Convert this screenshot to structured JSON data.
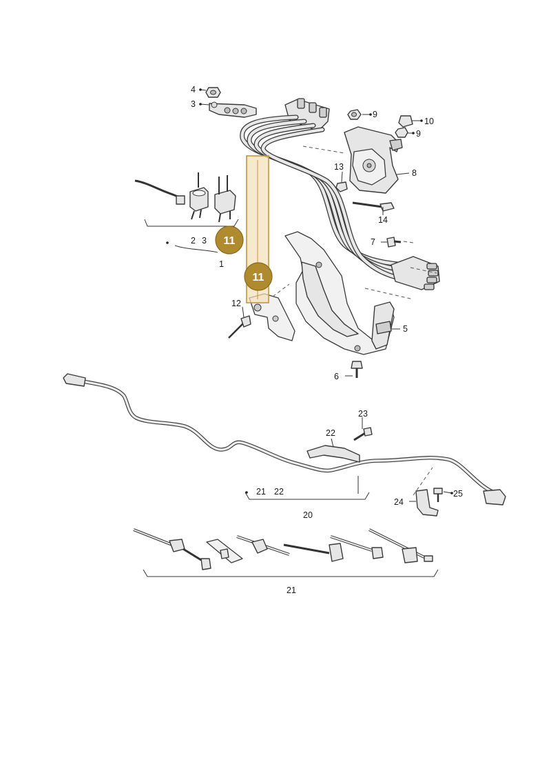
{
  "callouts": {
    "c1": "1",
    "c2": "2",
    "c3": "3",
    "c3b": "3",
    "c4": "4",
    "c5": "5",
    "c6": "6",
    "c7": "7",
    "c8": "8",
    "c9a": "9",
    "c9b": "9",
    "c10": "10",
    "c12": "12",
    "c13": "13",
    "c14": "14",
    "c20": "20",
    "c21a": "21",
    "c21b": "21",
    "c22a": "22",
    "c22b": "22",
    "c23": "23",
    "c24": "24",
    "c25": "25"
  },
  "highlight": {
    "label_top": "11",
    "label_bottom": "11",
    "color": "#b08a2e",
    "box_color": "#f3e0b8"
  }
}
